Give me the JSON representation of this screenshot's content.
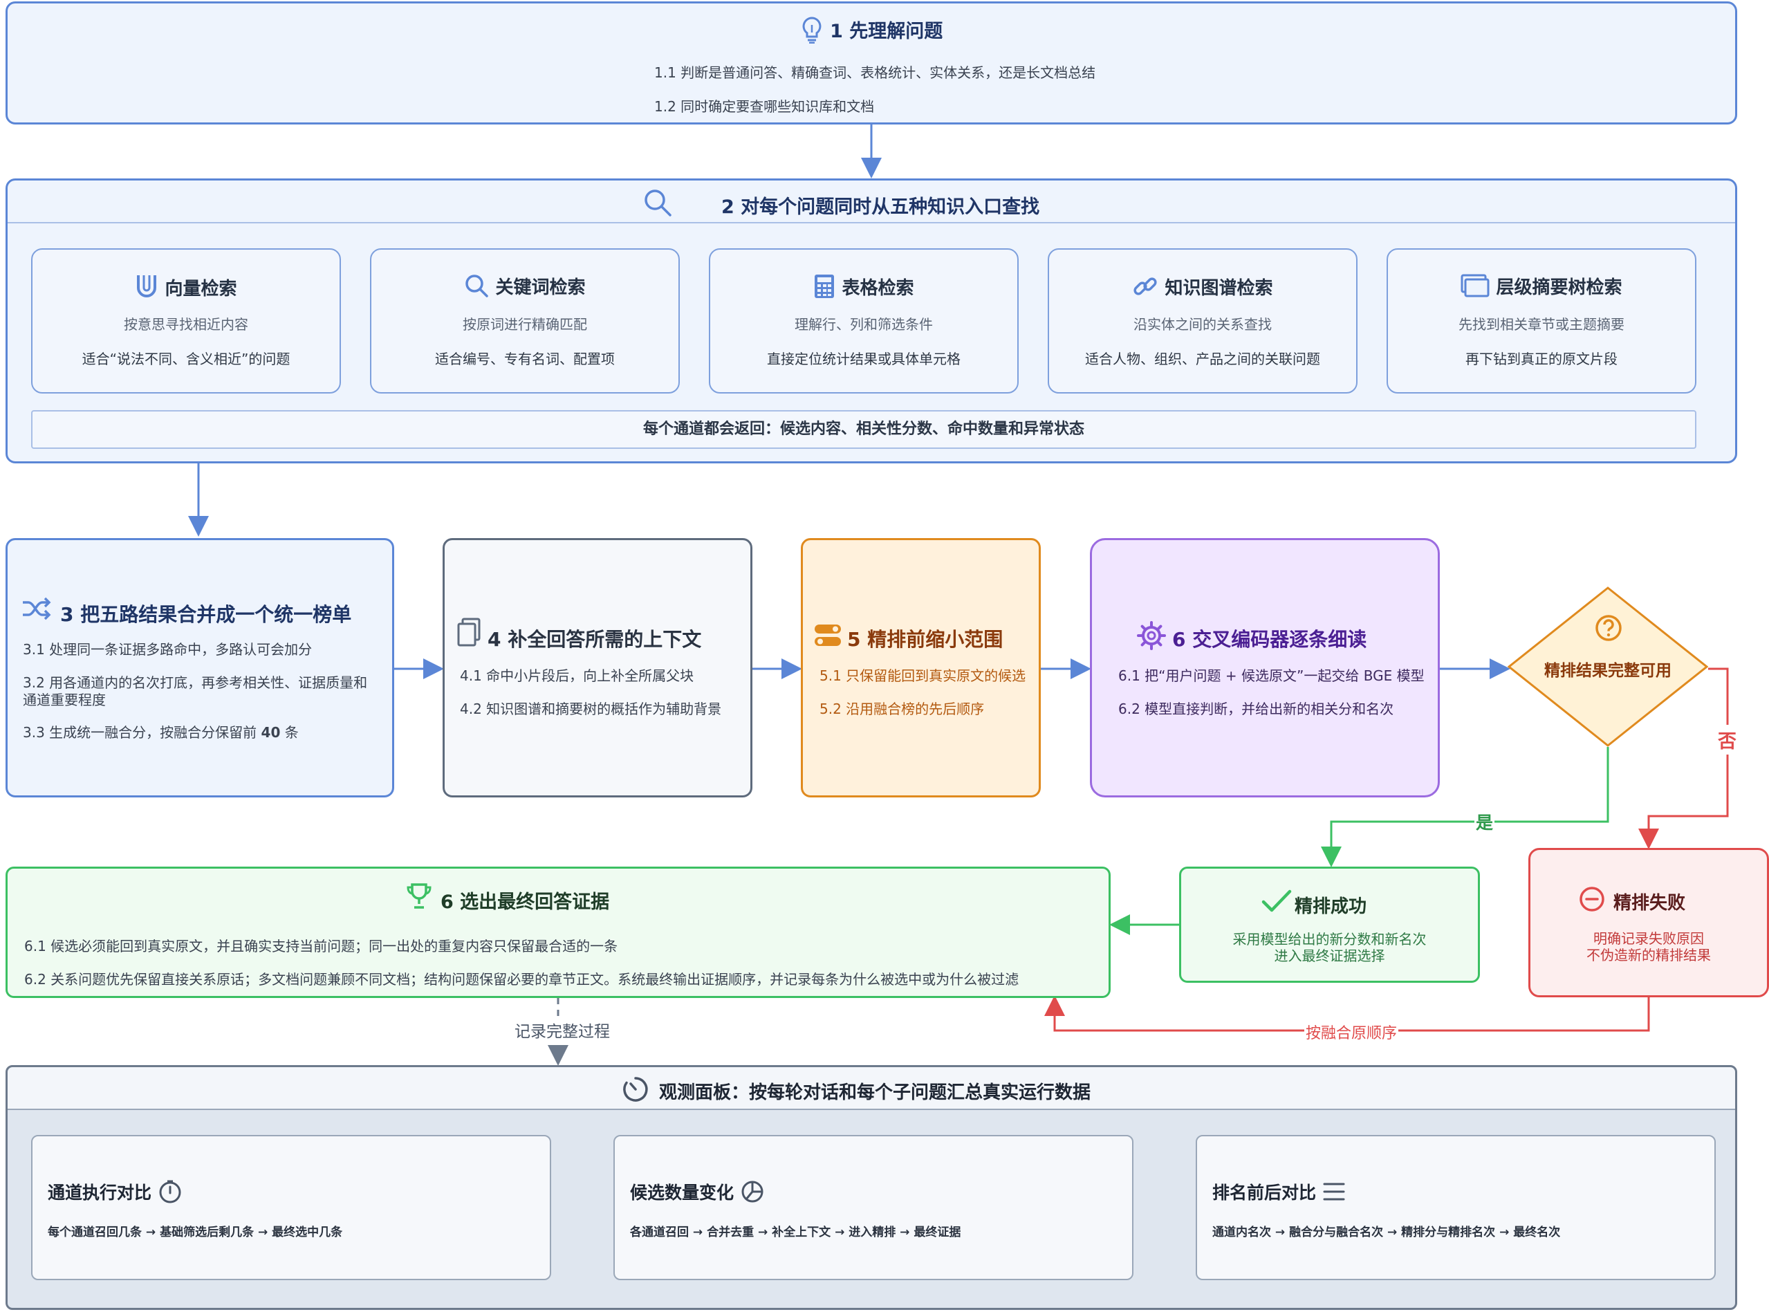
{
  "step1": {
    "title": "1 先理解问题",
    "icon": "lightbulb-icon",
    "lines": [
      "1.1 判断是普通问答、精确查词、表格统计、实体关系，还是长文档总结",
      "1.2 同时确定要查哪些知识库和文档"
    ]
  },
  "step2": {
    "title": "2 对每个问题同时从五种知识入口查找",
    "icon": "search-icon",
    "channels": [
      {
        "title": "向量检索",
        "icon": "magnet-icon",
        "sub1": "按意思寻找相近内容",
        "sub2": "适合“说法不同、含义相近”的问题"
      },
      {
        "title": "关键词检索",
        "icon": "search-icon",
        "sub1": "按原词进行精确匹配",
        "sub2": "适合编号、专有名词、配置项"
      },
      {
        "title": "表格检索",
        "icon": "table-icon",
        "sub1": "理解行、列和筛选条件",
        "sub2": "直接定位统计结果或具体单元格"
      },
      {
        "title": "知识图谱检索",
        "icon": "link-icon",
        "sub1": "沿实体之间的关系查找",
        "sub2": "适合人物、组织、产品之间的关联问题"
      },
      {
        "title": "层级摘要树检索",
        "icon": "layers-icon",
        "sub1": "先找到相关章节或主题摘要",
        "sub2": "再下钻到真正的原文片段"
      }
    ],
    "footer": "每个通道都会返回：候选内容、相关性分数、命中数量和异常状态"
  },
  "step3": {
    "title": "3 把五路结果合并成一个统一榜单",
    "icon": "shuffle-icon",
    "lines": [
      "3.1 处理同一条证据多路命中，多路认可会加分",
      "3.2 用各通道内的名次打底，再参考相关性、证据质量和",
      "通道重要程度",
      "3.3 生成统一融合分，按融合分保留前 ",
      "40",
      " 条"
    ]
  },
  "step4": {
    "title": "4 补全回答所需的上下文",
    "icon": "document-icon",
    "lines": [
      "4.1 命中小片段后，向上补全所属父块",
      "4.2 知识图谱和摘要树的概括作为辅助背景"
    ]
  },
  "step5": {
    "title": "5 精排前缩小范围",
    "icon": "toggle-icon",
    "lines": [
      "5.1 只保留能回到真实原文的候选",
      "5.2 沿用融合榜的先后顺序"
    ]
  },
  "step6": {
    "title": "6 交叉编码器逐条细读",
    "icon": "gear-icon",
    "lines": [
      "6.1 把“用户问题 + 候选原文”一起交给 BGE 模型",
      "6.2 模型直接判断，并给出新的相关分和名次"
    ]
  },
  "decision": {
    "title": "精排结果完整可用",
    "icon": "question-icon",
    "yes": "是",
    "no": "否"
  },
  "success": {
    "title": "精排成功",
    "icon": "check-icon",
    "lines": [
      "采用模型给出的新分数和新名次",
      "进入最终证据选择"
    ]
  },
  "fail": {
    "title": "精排失败",
    "icon": "minus-circle-icon",
    "lines": [
      "明确记录失败原因",
      "不伪造新的精排结果"
    ],
    "fallback": "按融合原顺序"
  },
  "final": {
    "title": "6 选出最终回答证据",
    "icon": "trophy-icon",
    "lines": [
      "6.1 候选必须能回到真实原文，并且确实支持当前问题；同一出处的重复内容只保留最合适的一条",
      "6.2 关系问题优先保留直接关系原话；多文档问题兼顾不同文档；结构问题保留必要的章节正文。系统最终输出证据顺序，并记录每条为什么被选中或为什么被过滤"
    ],
    "record": "记录完整过程"
  },
  "panel": {
    "title": "观测面板：按每轮对话和每个子问题汇总真实运行数据",
    "icon": "timer-icon",
    "cards": [
      {
        "title": "通道执行对比",
        "icon": "clock-icon",
        "desc": "每个通道召回几条 → 基础筛选后剩几条 → 最终选中几条"
      },
      {
        "title": "候选数量变化",
        "icon": "pie-chart-icon",
        "desc": "各通道召回 → 合并去重 → 补全上下文 → 进入精排 → 最终证据"
      },
      {
        "title": "排名前后对比",
        "icon": "list-icon",
        "desc": "通道内名次 → 融合分与融合名次 → 精排分与精排名次 → 最终名次"
      }
    ]
  },
  "colors": {
    "blue": "#5b86d6",
    "orange": "#e08a1e",
    "purple": "#9b6be0",
    "green": "#3cc063",
    "red": "#e04b4b",
    "gray": "#5e6b7d"
  }
}
